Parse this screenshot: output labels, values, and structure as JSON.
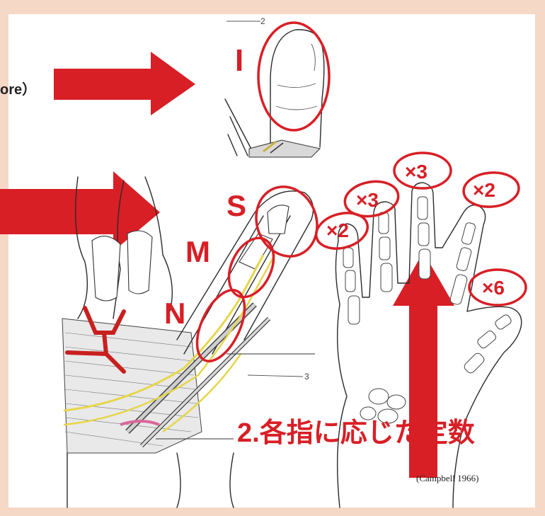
{
  "partial_label": "ore）",
  "letters": {
    "I": "I",
    "S": "S",
    "M": "M",
    "N": "N"
  },
  "multipliers": {
    "index": "×2",
    "middle": "×3",
    "ring_top": "×3",
    "pinky_top": "×2",
    "thumb": "×6"
  },
  "ref_numbers": {
    "two": "2",
    "three": "3"
  },
  "caption": "2.各指に応じた定数",
  "citation": "(Campbell 1966)",
  "colors": {
    "accent_red": "#d81f26",
    "background_peach": "#f6d8c6",
    "nerve_yellow": "#e6d64a"
  }
}
